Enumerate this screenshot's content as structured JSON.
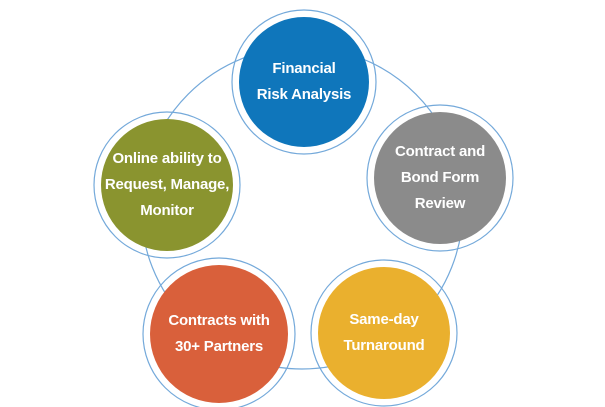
{
  "diagram": {
    "kind": "cycle-diagram",
    "ring_color": "#74a9da",
    "text_color": "#ffffff",
    "nodes": [
      {
        "id": "financial-risk-analysis",
        "color": "#0f76bb",
        "lines": [
          "Financial",
          "Risk Analysis"
        ]
      },
      {
        "id": "contract-and-bond-form-review",
        "color": "#8b8b8b",
        "lines": [
          "Contract and",
          "Bond Form",
          "Review"
        ]
      },
      {
        "id": "same-day-turnaround",
        "color": "#eab02e",
        "lines": [
          "Same-day",
          "Turnaround"
        ]
      },
      {
        "id": "contracts-with-30-plus-partners",
        "color": "#d9603b",
        "lines": [
          "Contracts with",
          "30+ Partners"
        ]
      },
      {
        "id": "online-ability-to-request-manage-monitor",
        "color": "#8a942f",
        "lines": [
          "Online ability to",
          "Request, Manage,",
          "Monitor"
        ]
      }
    ]
  }
}
